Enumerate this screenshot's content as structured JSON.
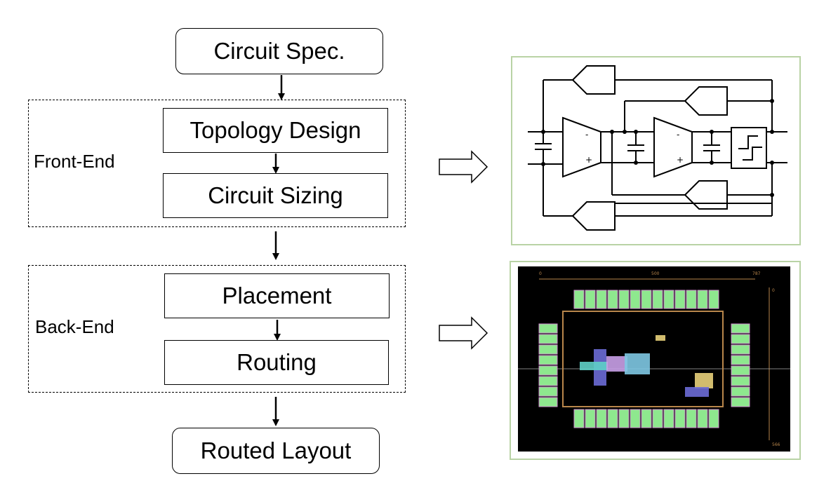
{
  "flow": {
    "circuit_spec": "Circuit Spec.",
    "topology_design": "Topology Design",
    "circuit_sizing": "Circuit Sizing",
    "placement": "Placement",
    "routing": "Routing",
    "routed_layout": "Routed Layout"
  },
  "groups": {
    "front_end": "Front-End",
    "back_end": "Back-End"
  },
  "layout_view": {
    "ruler_top": [
      "0",
      "500",
      "787"
    ],
    "ruler_right": [
      "0",
      "566"
    ]
  },
  "colors": {
    "line": "#000000",
    "panel_border": "#b9d3a5",
    "layout_bg": "#000000",
    "cell_green": "#8ee88e"
  }
}
